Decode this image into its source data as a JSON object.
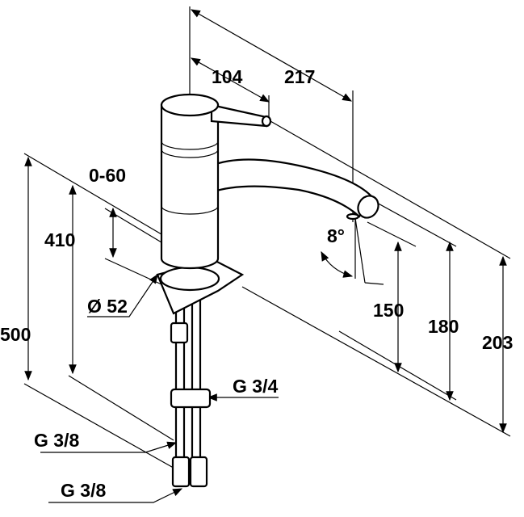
{
  "title": "Faucet dimension drawing",
  "dimensions": {
    "d104": "104",
    "d217": "217",
    "d0_60": "0-60",
    "d410": "410",
    "d52": "Ø 52",
    "angle": "8°",
    "d150": "150",
    "d180": "180",
    "d203": "203",
    "d500": "500"
  },
  "connections": {
    "g34": "G 3/4",
    "g38_upper": "G 3/8",
    "g38_lower": "G 3/8"
  }
}
